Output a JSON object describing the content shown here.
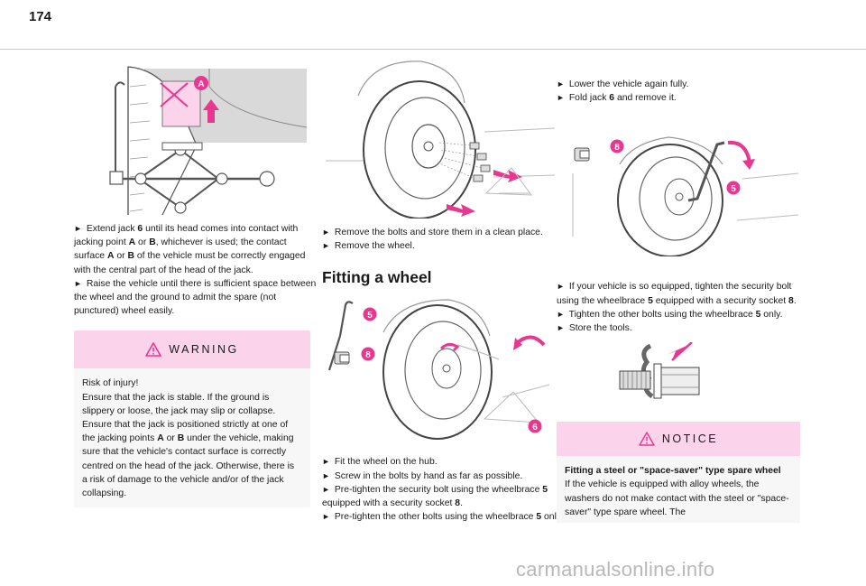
{
  "page": {
    "number": "174"
  },
  "left": {
    "figure_labels": [
      "A"
    ],
    "instructions": [
      {
        "pre": "Extend jack ",
        "b1": "6",
        "mid1": " until its head comes into contact with jacking point ",
        "b2": "A",
        "mid2": " or ",
        "b3": "B",
        "mid3": ", whichever is used; the contact surface ",
        "b4": "A",
        "mid4": " or ",
        "b5": "B",
        "post": " of the vehicle must be correctly engaged with the central part of the head of the jack."
      },
      {
        "text": "Raise the vehicle until there is sufficient space between the wheel and the ground to admit the spare (not punctured) wheel easily."
      }
    ],
    "warning": {
      "title": "WARNING",
      "icon": "warning-triangle-icon",
      "lines": [
        "Risk of injury!",
        "Ensure that the jack is stable. If the ground is slippery or loose, the jack may slip or collapse."
      ],
      "last": {
        "pre": "Ensure that the jack is positioned strictly at one of the jacking points ",
        "b1": "A",
        "mid": " or ",
        "b2": "B",
        "post": " under the vehicle, making sure that the vehicle's contact surface is correctly centred on the head of the jack. Otherwise, there is a risk of damage to the vehicle and/or of the jack collapsing."
      }
    }
  },
  "middle": {
    "instructions": [
      "Remove the bolts and store them in a clean place.",
      "Remove the wheel."
    ],
    "heading": "Fitting a wheel",
    "figure_labels": [
      "5",
      "8",
      "6"
    ],
    "instructions2": [
      {
        "text": "Fit the wheel on the hub."
      },
      {
        "text": "Screw in the bolts by hand as far as possible."
      },
      {
        "pre": "Pre-tighten the security bolt using the wheelbrace ",
        "b1": "5",
        "mid": " equipped with a security socket ",
        "b2": "8",
        "post": "."
      },
      {
        "pre": "Pre-tighten the other bolts using the wheelbrace ",
        "b1": "5",
        "post": " only."
      }
    ]
  },
  "right": {
    "instructions": [
      {
        "text": "Lower the vehicle again fully."
      },
      {
        "pre": "Fold jack ",
        "b1": "6",
        "post": " and remove it."
      }
    ],
    "figure_labels": [
      "8",
      "5"
    ],
    "instructions2": [
      {
        "pre": "If your vehicle is so equipped, tighten the security bolt using the wheelbrace ",
        "b1": "5",
        "mid": " equipped with a security socket ",
        "b2": "8",
        "post": "."
      },
      {
        "pre": "Tighten the other bolts using the wheelbrace ",
        "b1": "5",
        "post": " only."
      },
      {
        "text": "Store the tools."
      }
    ],
    "notice": {
      "title": "NOTICE",
      "icon": "warning-triangle-icon",
      "heading": "Fitting a steel or \"space-saver\" type spare wheel",
      "text": "If the vehicle is equipped with alloy wheels, the washers do not make contact with the steel or \"space-saver\" type spare wheel. The"
    }
  },
  "bullet": "►",
  "watermark": "carmanualsonline.info",
  "colors": {
    "accent_pink": "#e8378f",
    "box_header": "#fbd4ec",
    "box_body": "#f7f7f7",
    "arrow_pink": "#e8378f"
  }
}
